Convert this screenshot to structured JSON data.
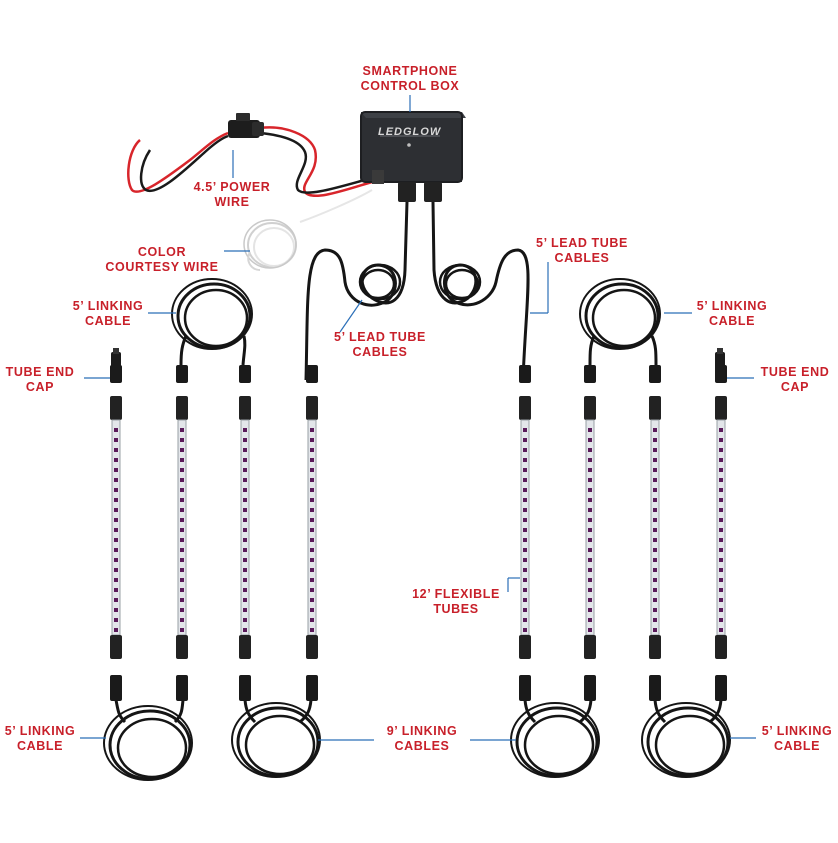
{
  "colors": {
    "label": "#c8202a",
    "leader": "#2b6fb8",
    "cable": "#151515",
    "tube": "#9aa0a6",
    "led": "#5a1a5a",
    "box": "#2a2c2f",
    "wire_red": "#d8252b"
  },
  "control_box": {
    "brand": "LEDGLOW"
  },
  "labels": {
    "smartphone_box": [
      "SMARTPHONE",
      "CONTROL BOX"
    ],
    "power_wire": [
      "4.5’ POWER",
      "WIRE"
    ],
    "courtesy_wire": [
      "COLOR",
      "COURTESY WIRE"
    ],
    "lead_tube_right": [
      "5’ LEAD TUBE",
      "CABLES"
    ],
    "lead_tube_center": [
      "5’ LEAD TUBE",
      "CABLES"
    ],
    "linking_top_left": [
      "5’ LINKING",
      "CABLE"
    ],
    "linking_top_right": [
      "5’ LINKING",
      "CABLE"
    ],
    "end_cap_left": [
      "TUBE END",
      "CAP"
    ],
    "end_cap_right": [
      "TUBE END",
      "CAP"
    ],
    "flexible_tubes": [
      "12’ FLEXIBLE",
      "TUBES"
    ],
    "linking_bottom_left": [
      "5’ LINKING",
      "CABLE"
    ],
    "linking_bottom_center": [
      "9’ LINKING",
      "CABLES"
    ],
    "linking_bottom_right": [
      "5’ LINKING",
      "CABLE"
    ]
  }
}
